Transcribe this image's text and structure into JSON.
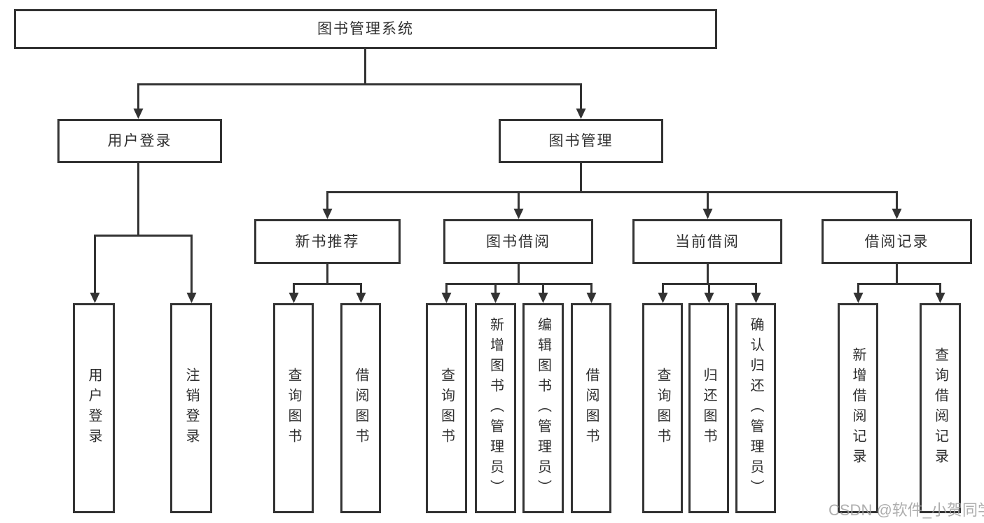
{
  "diagram_title": "图书管理系统",
  "tree": {
    "root": {
      "label": "图书管理系统"
    },
    "branches": [
      {
        "label": "用户登录",
        "children": [
          {
            "label": "用户登录"
          },
          {
            "label": "注销登录"
          }
        ]
      },
      {
        "label": "图书管理",
        "children": [
          {
            "label": "新书推荐",
            "children": [
              {
                "label": "查询图书"
              },
              {
                "label": "借阅图书"
              }
            ]
          },
          {
            "label": "图书借阅",
            "children": [
              {
                "label": "查询图书"
              },
              {
                "label": "新增图书（管理员）"
              },
              {
                "label": "编辑图书（管理员）"
              },
              {
                "label": "借阅图书"
              }
            ]
          },
          {
            "label": "当前借阅",
            "children": [
              {
                "label": "查询图书"
              },
              {
                "label": "归还图书"
              },
              {
                "label": "确认归还（管理员）"
              }
            ]
          },
          {
            "label": "借阅记录",
            "children": [
              {
                "label": "新增借阅记录"
              },
              {
                "label": "查询借阅记录"
              }
            ]
          }
        ]
      }
    ]
  },
  "watermark": "CSDN @软件_小贺同学",
  "colors": {
    "line": "#333333",
    "text": "#2f2f2f",
    "background": "#ffffff",
    "watermark": "#a0a0a0"
  }
}
